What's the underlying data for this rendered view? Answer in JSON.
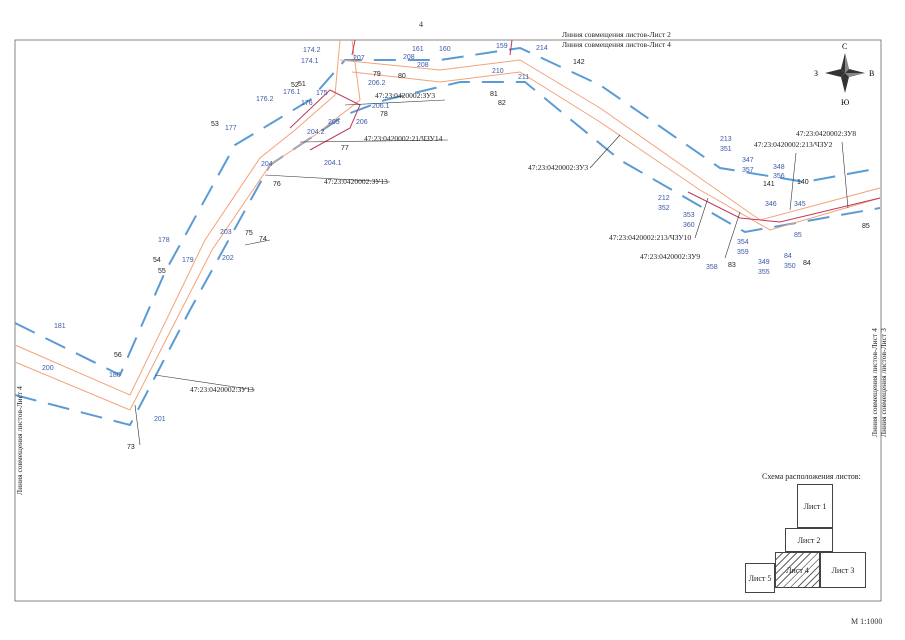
{
  "page_number": "4",
  "scale": "М 1:1000",
  "joint_lines": {
    "top_1": "Линия совмещения листов-Лист 2",
    "top_2": "Линия совмещения листов-Лист 4",
    "right_1": "Линия совмещения листов-Лист 4",
    "right_2": "Линия совмещения листов-Лист 3",
    "left": "Линия совмещения листов-Лист 4"
  },
  "compass": {
    "n": "С",
    "s": "Ю",
    "w": "З",
    "e": "В"
  },
  "parcels": {
    "zu13_a": "47:23:0420002:ЗУ13",
    "zu13_b": "47:23:0420002:ЗУ13",
    "zu14": "47:23:0420002:21/ЧЗУ14",
    "zu3_a": "47:23:0420002:ЗУ3",
    "zu3_b": "47:23:0420002:ЗУ3",
    "zu8": "47:23:0420002:ЗУ8",
    "zu2": "47:23:0420002:213/ЧЗУ2",
    "zu10": "47:23:0420002:213/ЧЗУ10",
    "zu9": "47:23:0420002:ЗУ9"
  },
  "points": {
    "p174_2": "174.2",
    "p174_1": "174.1",
    "p175": "175",
    "p176_1": "176.1",
    "p176_2": "176.2",
    "p176": "176",
    "p177": "177",
    "p178": "178",
    "p179": "179",
    "p180": "180",
    "p181": "181",
    "p200": "200",
    "p201": "201",
    "p202": "202",
    "p203": "203",
    "p204": "204",
    "p204_1": "204.1",
    "p204_2": "204.2",
    "p205": "205",
    "p206": "206",
    "p206_1": "206.1",
    "p206_2": "206.2",
    "p207": "207",
    "p208a": "208",
    "p208b": "208",
    "p161": "161",
    "p160": "160",
    "p159": "159",
    "p214": "214",
    "p210": "210",
    "p211": "211",
    "p212": "212",
    "p352": "352",
    "p213": "213",
    "p351": "351",
    "p347": "347",
    "p357": "357",
    "p348": "348",
    "p356": "356",
    "p346": "346",
    "p345": "345",
    "p353": "353",
    "p360": "360",
    "p354": "354",
    "p359": "359",
    "p358": "358",
    "p349": "349",
    "p355": "355",
    "p84b": "84",
    "p350": "350",
    "p85b": "85",
    "k51": "51",
    "k52": "52",
    "k53": "53",
    "k54": "54",
    "k55": "55",
    "k56": "56",
    "k73": "73",
    "k74": "74",
    "k75": "75",
    "k76": "76",
    "k77": "77",
    "k78": "78",
    "k79": "79",
    "k80": "80",
    "k81": "81",
    "k82": "82",
    "k83": "83",
    "k84": "84",
    "k85": "85",
    "k140": "140",
    "k141": "141",
    "k142": "142"
  },
  "legend": {
    "title": "Схема расположения листов:",
    "sheet1": "Лист 1",
    "sheet2": "Лист 2",
    "sheet3": "Лист 3",
    "sheet4": "Лист 4",
    "sheet5": "Лист 5"
  },
  "colors": {
    "road": "#f4a27a",
    "zone": "#5b9bd5",
    "boundary": "#c0395a",
    "frame": "#555555",
    "point": "#3d5aa8"
  }
}
